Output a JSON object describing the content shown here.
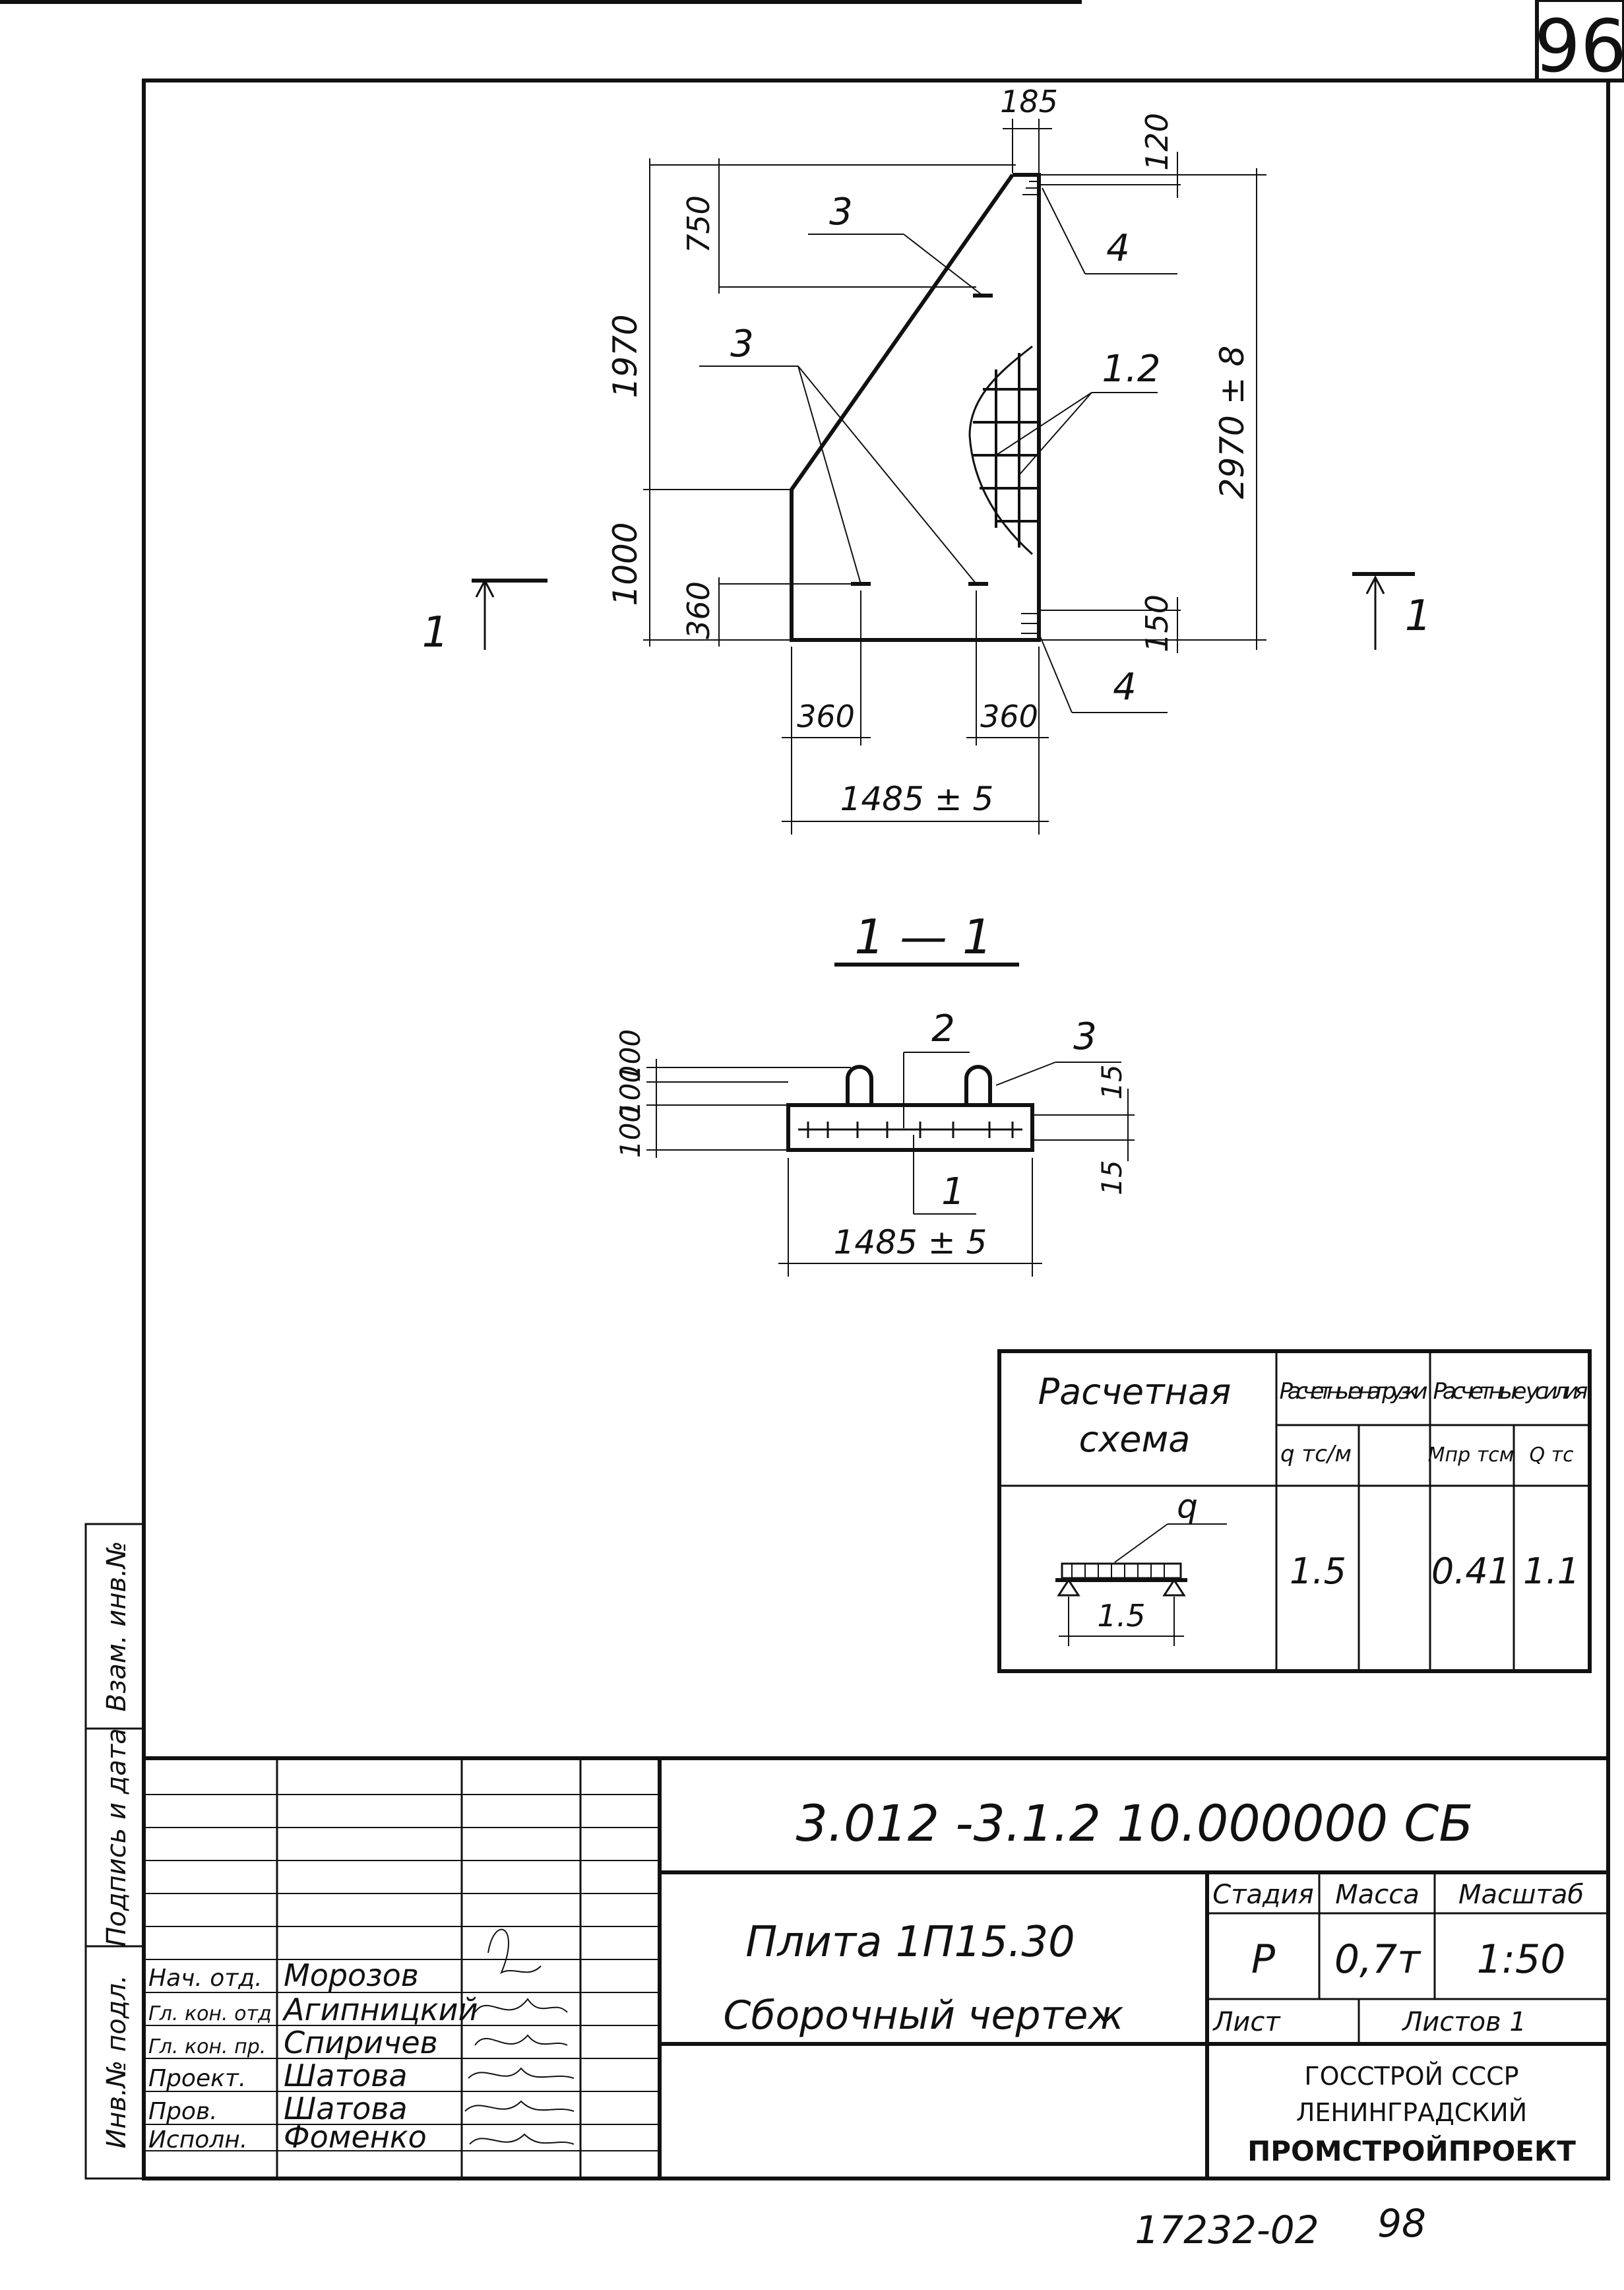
{
  "sheet_number": "96",
  "bottom_note": {
    "archive_number": "17232-02",
    "page": "98"
  },
  "side_stamps": {
    "inv_exchange": "Взам. инв.№",
    "signature_date": "Подпись и дата",
    "inv_original": "Инв.№ подл."
  },
  "plan_view": {
    "dims": {
      "top_offset": "185",
      "top_gap": "120",
      "upper_height": "750",
      "sloped_height": "1970",
      "lower_height": "1000",
      "bottom_gap": "360",
      "right_bottom_gap": "150",
      "total_height": "2970 ± 8",
      "left_lift_pos": "360",
      "right_lift_pos": "360",
      "width": "1485 ± 5"
    },
    "callouts": {
      "lift_upper": "3",
      "lift_lower": "3",
      "embed_top": "4",
      "embed_bottom": "4",
      "mesh": "1.2"
    },
    "section_marks": {
      "left": "1",
      "right": "1"
    }
  },
  "section_view": {
    "title": "1 — 1",
    "dims": {
      "height_upper": "100",
      "height_lower": "100",
      "total_height": "100",
      "cover_top": "15",
      "cover_bottom": "15",
      "width": "1485 ± 5"
    },
    "callouts": {
      "frame": "2",
      "lift": "3",
      "mesh": "1"
    }
  },
  "calc_table": {
    "col_scheme": "Расчетная схема",
    "col_loads": "Расчетные нагрузки",
    "col_forces": "Расчетные усилия",
    "sub_q": "q тс/м",
    "sub_m": "Мпр тсм",
    "sub_qf": "Q тс",
    "scheme_load_label": "q",
    "scheme_span": "1.5",
    "values": {
      "q": "1.5",
      "m": "0.41",
      "qf": "1.1"
    }
  },
  "title_block": {
    "doc_code": "3.012 -3.1.2  10.000000 СБ",
    "item_name": "Плита 1П15.30",
    "drawing_type": "Сборочный чертеж",
    "stage_label": "Стадия",
    "mass_label": "Масса",
    "scale_label": "Масштаб",
    "stage": "Р",
    "mass": "0,7т",
    "scale": "1:50",
    "sheet_label": "Лист",
    "sheets_label": "Листов 1",
    "org": [
      "ГОССТРОЙ СССР",
      "ЛЕНИНГРАДСКИЙ",
      "ПРОМСТРОЙПРОЕКТ"
    ],
    "staff": [
      {
        "role": "Нач. отд.",
        "name": "Морозов"
      },
      {
        "role": "Гл. кон. отд",
        "name": "Агипницкий"
      },
      {
        "role": "Гл. кон. пр.",
        "name": "Спиричев"
      },
      {
        "role": "Проект.",
        "name": "Шатова"
      },
      {
        "role": "Пров.",
        "name": "Шатова"
      },
      {
        "role": "Исполн.",
        "name": "Фоменко"
      }
    ]
  }
}
